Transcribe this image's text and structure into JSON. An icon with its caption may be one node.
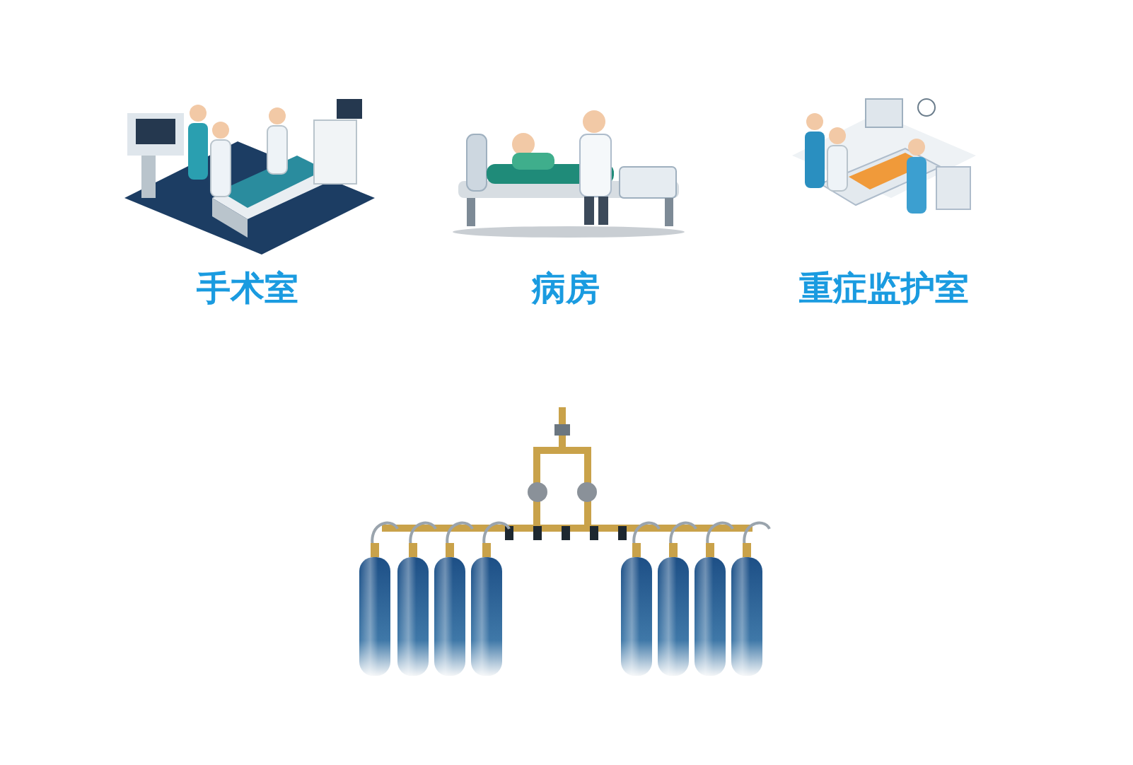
{
  "diagram": {
    "labels": [
      "手术室",
      "病房",
      "重症监护室"
    ]
  }
}
